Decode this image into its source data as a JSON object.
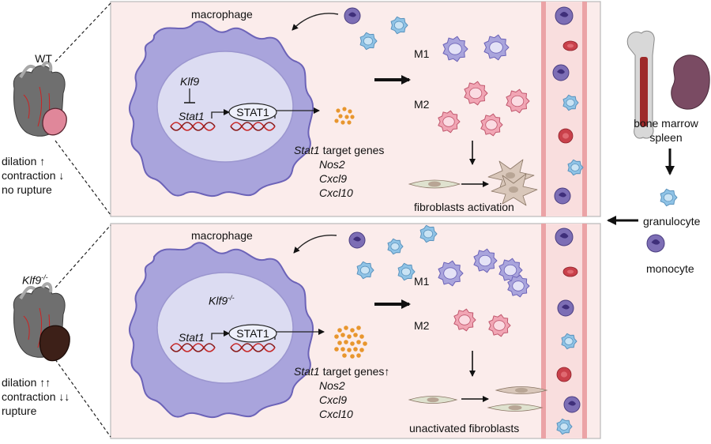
{
  "left": {
    "wt": {
      "genotype": "WT",
      "lines": [
        "dilation ↑",
        "contraction ↓",
        "no rupture"
      ]
    },
    "ko": {
      "genotype_base": "Klf9",
      "genotype_sup": "-/-",
      "lines": [
        "dilation ↑↑",
        "contraction ↓↓",
        "rupture"
      ]
    }
  },
  "top_panel": {
    "macrophage": "macrophage",
    "regulator": "Klf9",
    "gene": "Stat1",
    "protein": "STAT1",
    "targets_title_gene": "Stat1",
    "targets_title_text": " target genes",
    "targets": [
      "Nos2",
      "Cxcl9",
      "Cxcl10"
    ],
    "m1": "M1",
    "m2": "M2",
    "fibro": "fibroblasts activation"
  },
  "bottom_panel": {
    "macrophage": "macrophage",
    "nucleus_label_base": "Klf9",
    "nucleus_label_sup": "-/-",
    "gene": "Stat1",
    "protein": "STAT1",
    "targets_title_gene": "Stat1",
    "targets_title_text": " target genes↑",
    "targets": [
      "Nos2",
      "Cxcl9",
      "Cxcl10"
    ],
    "m1": "M1",
    "m2": "M2",
    "fibro": "unactivated fibroblasts"
  },
  "right": {
    "bone_marrow": "bone marrow",
    "spleen": "spleen",
    "granulocyte": "granulocyte",
    "monocyte": "monocyte"
  },
  "colors": {
    "panel_bg": "#fbeceb",
    "macrophage": "#a9a4dc",
    "nucleus": "#dcdcf2",
    "m1_cell": "#a9a4dc",
    "m2_cell": "#f1a5b4",
    "granulocyte": "#8fc3e6",
    "monocyte": "#7d6eb5",
    "rbc": "#c9414b",
    "vessel_wall": "#f2b6b8",
    "dna_red": "#c62828",
    "fibroblast": "#d9c7ba",
    "spleen": "#7a4b63"
  }
}
